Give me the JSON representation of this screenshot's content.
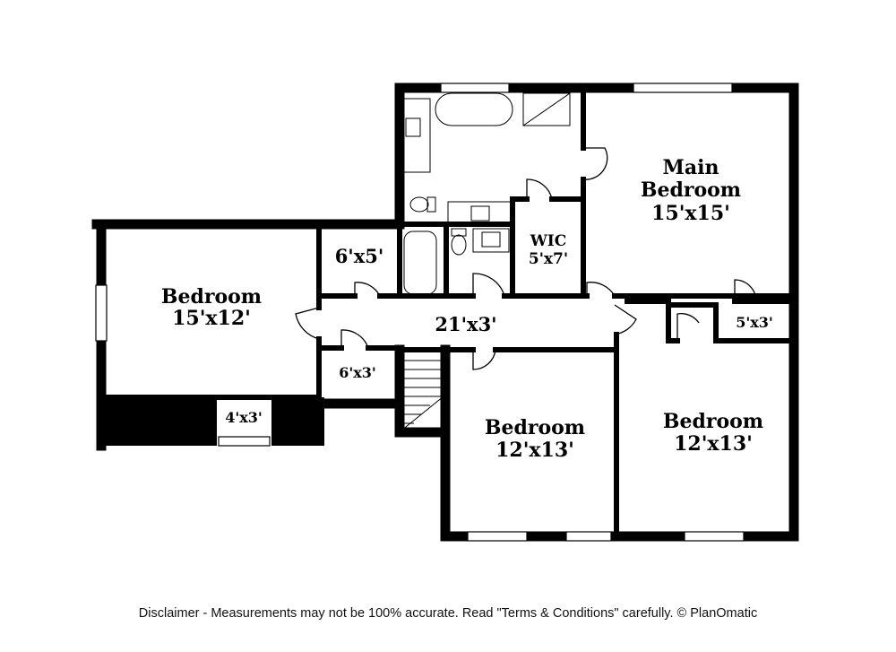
{
  "rooms": {
    "main_bedroom": {
      "line1": "Main",
      "line2": "Bedroom",
      "size": "15'x15'"
    },
    "bedroom_left": {
      "name": "Bedroom",
      "size": "15'x12'"
    },
    "bedroom_center": {
      "name": "Bedroom",
      "size": "12'x13'"
    },
    "bedroom_right": {
      "name": "Bedroom",
      "size": "12'x13'"
    },
    "wic": {
      "name": "WIC",
      "size": "5'x7'"
    },
    "closet_6x5": {
      "size": "6'x5'"
    },
    "hallway": {
      "size": "21'x3'"
    },
    "closet_6x3": {
      "size": "6'x3'"
    },
    "closet_5x3": {
      "size": "5'x3'"
    },
    "closet_4x3": {
      "size": "4'x3'"
    }
  },
  "disclaimer": "Disclaimer - Measurements may not be 100% accurate. Read \"Terms & Conditions\" carefully. © PlanOmatic"
}
